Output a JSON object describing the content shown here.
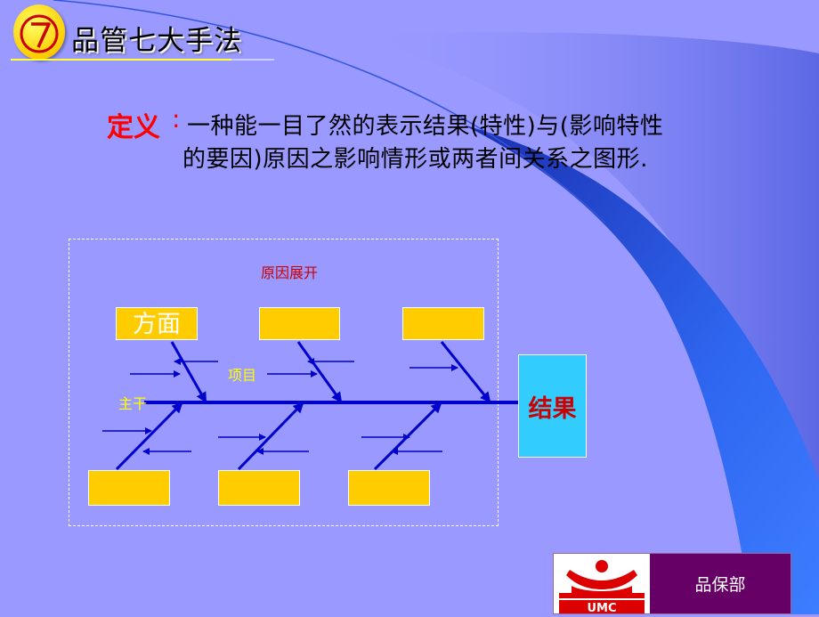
{
  "header": {
    "badge_icon": "tool-number-seven-badge",
    "title": "品管七大手法"
  },
  "definition": {
    "label": "定义",
    "colon": ":",
    "line1": "一种能一目了然的表示结果(特性)与(影响特性",
    "line2": "的要因)原因之影响情形或两者间关系之图形."
  },
  "diagram": {
    "cause_expand_label": "原因展开",
    "aspect_label": "方面",
    "item_label": "项目",
    "spine_label": "主干",
    "result_label": "结果"
  },
  "footer": {
    "logo_text": "UMC",
    "department": "品保部"
  },
  "colors": {
    "background": "#9999ff",
    "box_fill": "#ffcc00",
    "result_fill": "#33ccff",
    "arrow_blue": "#0000cc",
    "accent_red": "#ff0000",
    "footer_purple": "#660066"
  }
}
